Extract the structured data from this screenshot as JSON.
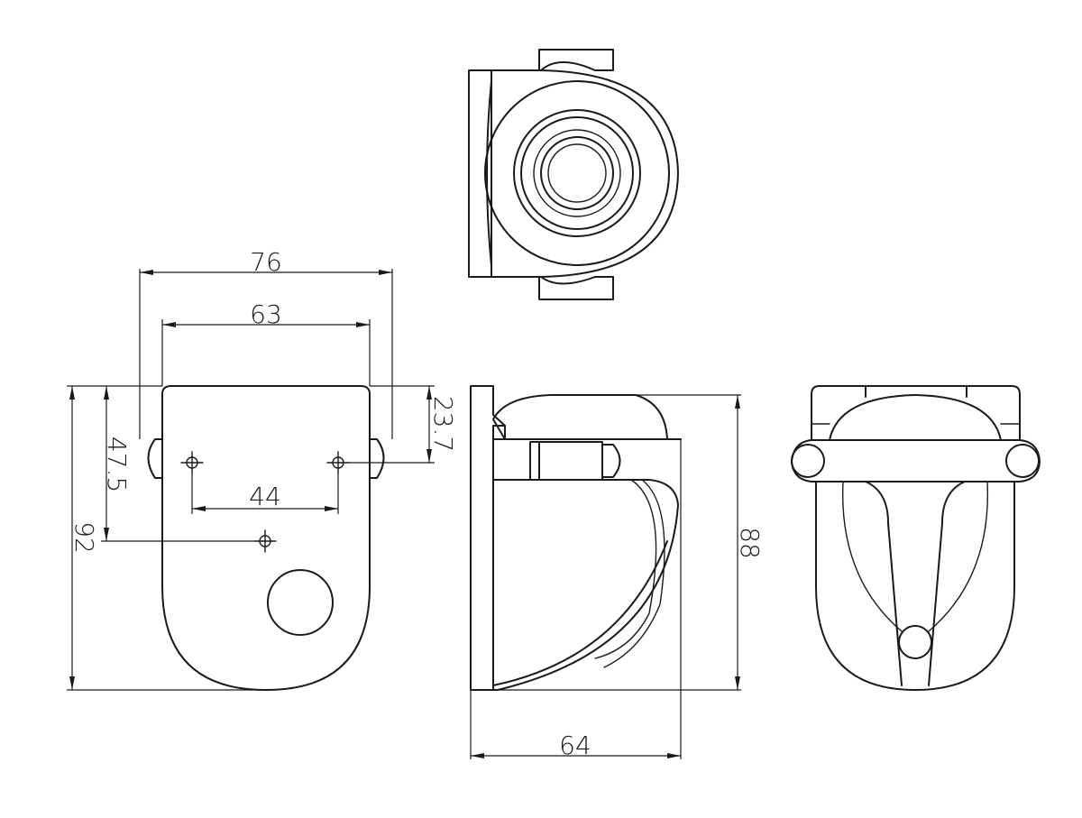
{
  "dimensions": {
    "overall_width": "76",
    "flange_width": "63",
    "hole_spacing": "44",
    "side_height": "23.7",
    "hole_to_center": "47.5",
    "total_height": "92",
    "side_height_total": "88",
    "depth": "64"
  }
}
